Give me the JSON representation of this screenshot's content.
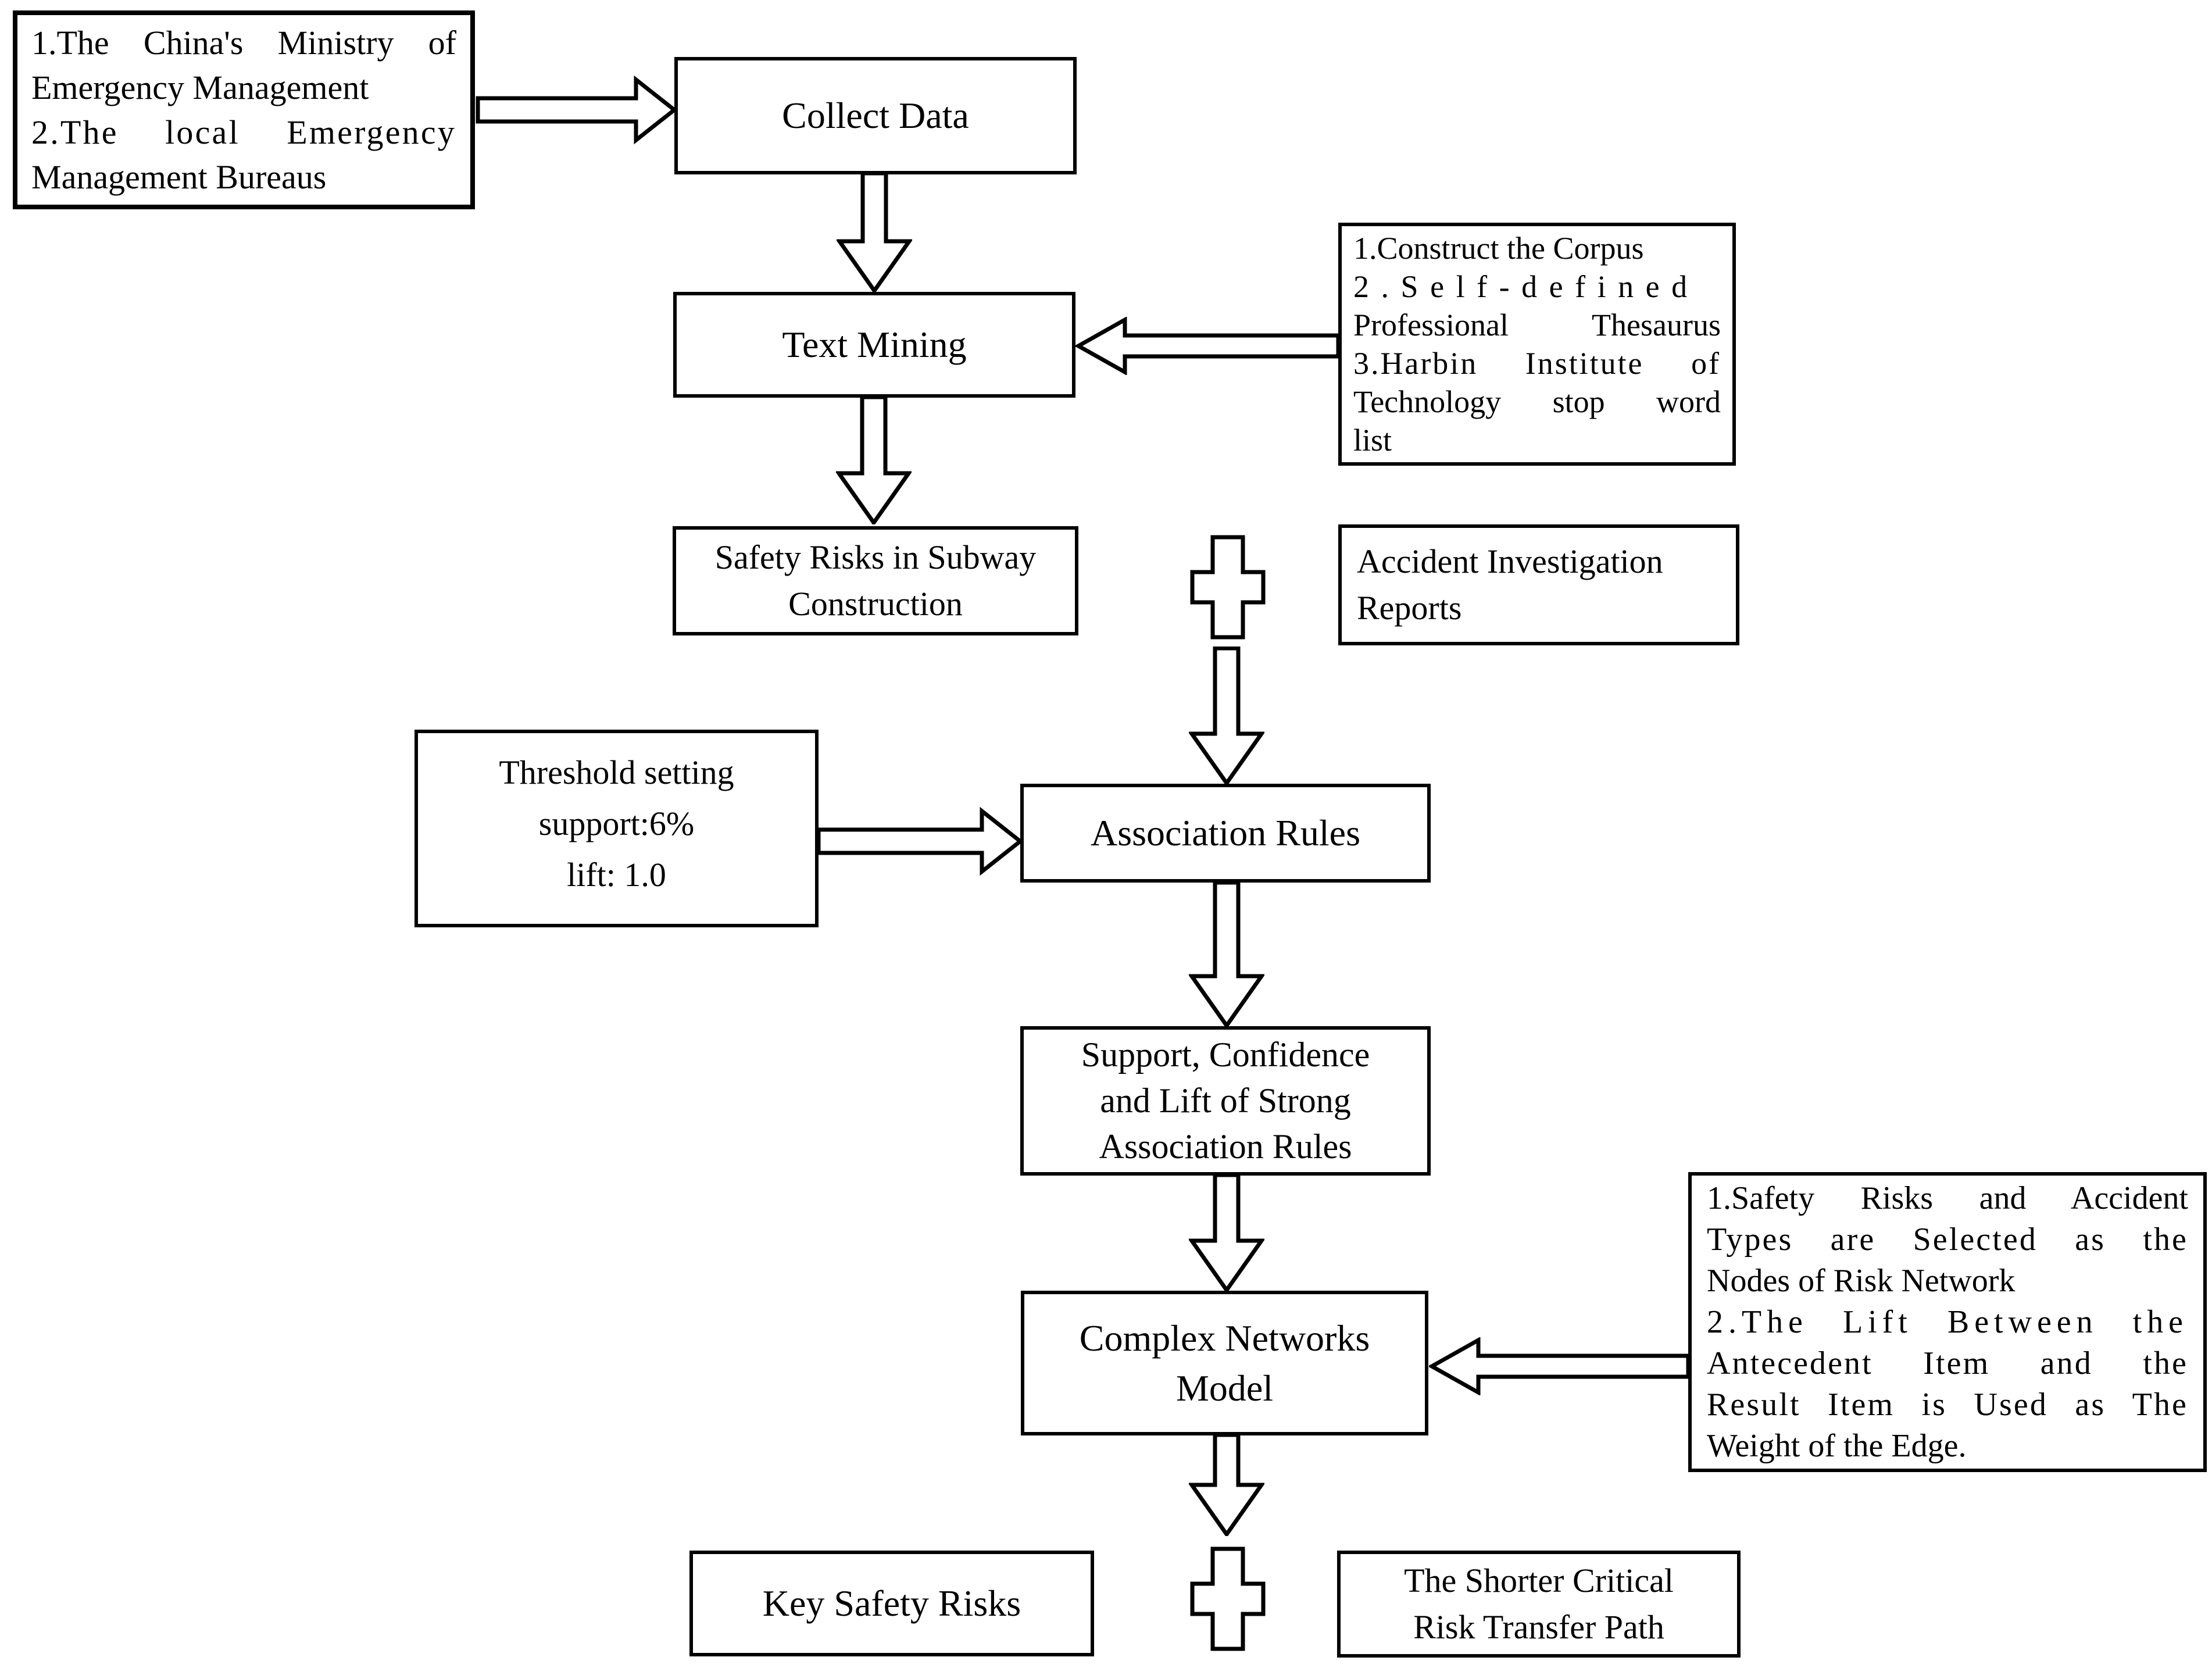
{
  "canvas": {
    "background": "#ffffff",
    "stroke": "#000000"
  },
  "boxes": {
    "source": {
      "lines": [
        "1.The China's Ministry of",
        "Emergency Management",
        "2.The local Emergency",
        "Management Bureaus"
      ]
    },
    "collect": {
      "label": "Collect Data"
    },
    "text_mining": {
      "label": "Text Mining"
    },
    "corpus": {
      "lines": [
        "1.Construct the Corpus",
        "2.Self-defined",
        "Professional Thesaurus",
        "3.Harbin Institute of",
        "Technology stop word",
        "list"
      ]
    },
    "safety": {
      "lines": [
        "Safety Risks in Subway",
        "Construction"
      ]
    },
    "accident": {
      "lines": [
        "Accident Investigation",
        "Reports"
      ]
    },
    "association": {
      "label": "Association Rules"
    },
    "threshold": {
      "lines": [
        "Threshold setting",
        "support:6%",
        "lift: 1.0"
      ]
    },
    "support": {
      "lines": [
        "Support, Confidence",
        "and Lift of Strong",
        "Association Rules"
      ]
    },
    "complex": {
      "lines": [
        "Complex Networks",
        "Model"
      ]
    },
    "nodes": {
      "lines": [
        "1.Safety Risks and Accident",
        "Types are Selected as the",
        "Nodes of Risk Network",
        "2.The Lift Between the",
        "Antecedent Item and the",
        "Result Item is Used as The",
        "Weight of the Edge."
      ]
    },
    "key_risks": {
      "label": "Key Safety Risks"
    },
    "path": {
      "lines": [
        "The Shorter Critical",
        "Risk Transfer Path"
      ]
    }
  }
}
